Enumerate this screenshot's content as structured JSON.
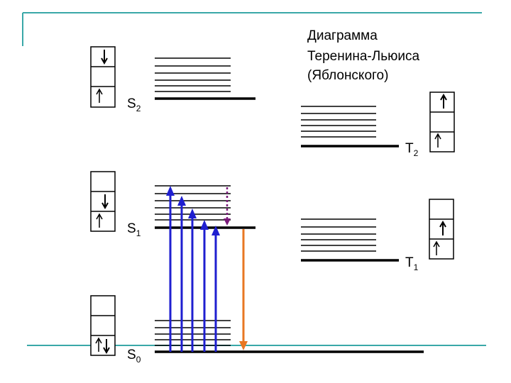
{
  "slide": {
    "title_lines": [
      "Диаграмма",
      "Теренина-Льюиса",
      "(Яблонского)"
    ],
    "accent_color": "#3aa8a8"
  },
  "states": {
    "S2": {
      "letter": "S",
      "sub": "2"
    },
    "S1": {
      "letter": "S",
      "sub": "1"
    },
    "S0": {
      "letter": "S",
      "sub": "0"
    },
    "T2": {
      "letter": "T",
      "sub": "2"
    },
    "T1": {
      "letter": "T",
      "sub": "1"
    }
  },
  "colors": {
    "absorption": "#1f1fd0",
    "fluorescence": "#e87722",
    "relaxation": "#7a1a7a",
    "line": "#000000"
  }
}
